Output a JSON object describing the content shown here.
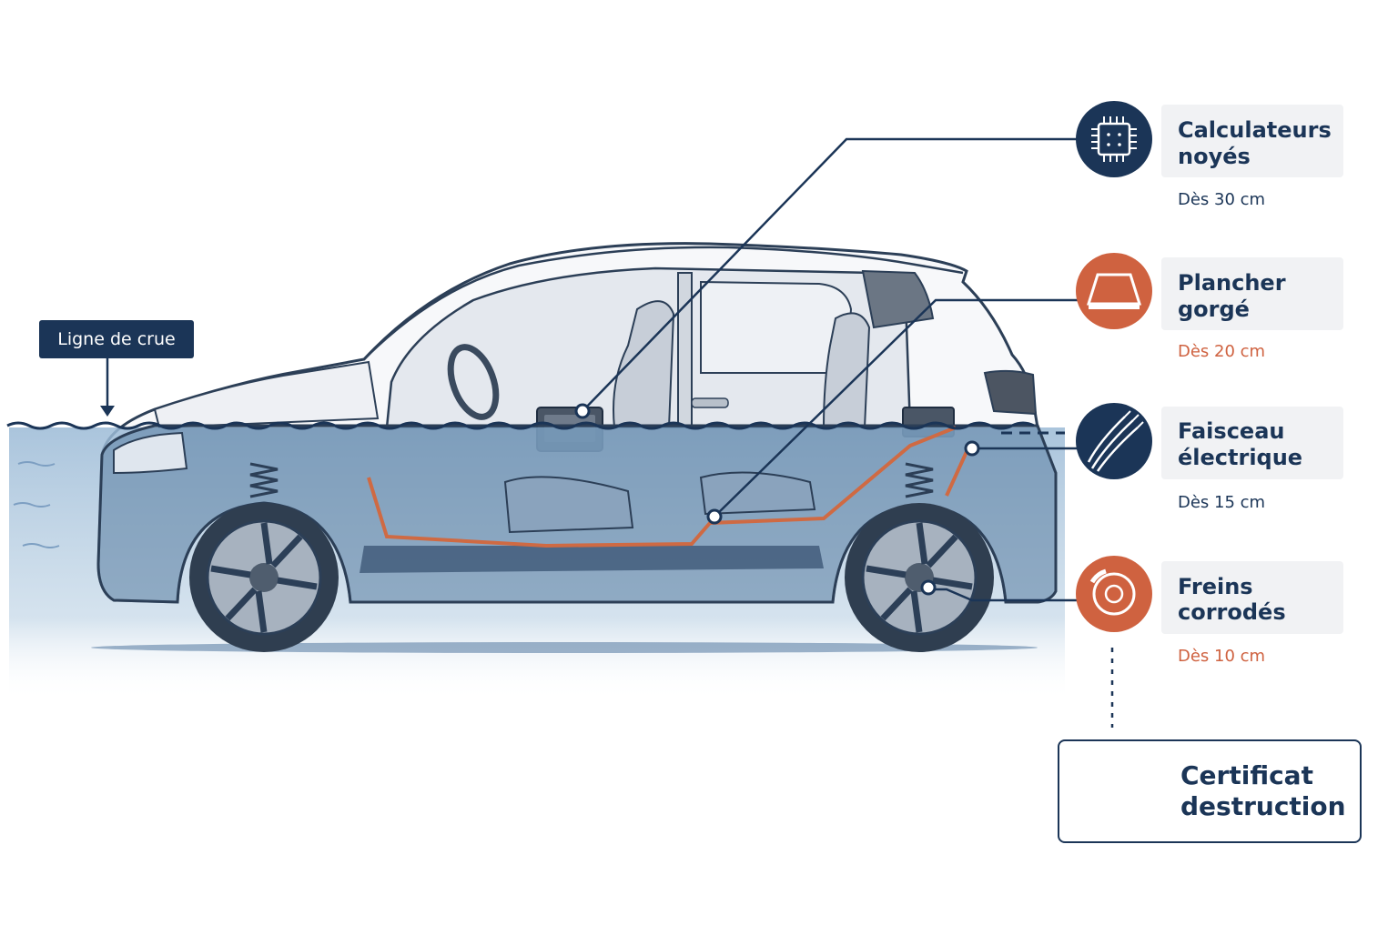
{
  "flood_line": {
    "label": "Ligne de crue"
  },
  "colors": {
    "navy": "#1b3557",
    "orange": "#cf6240",
    "water": "#8fb1cf",
    "panel": "#f1f2f4"
  },
  "callouts": [
    {
      "icon": "chip-icon",
      "title_line1": "Calculateurs",
      "title_line2": "noyés",
      "depth": "Dès 30 cm",
      "accent": "navy"
    },
    {
      "icon": "floor-icon",
      "title_line1": "Plancher",
      "title_line2": "gorgé",
      "depth": "Dès 20 cm",
      "accent": "orange"
    },
    {
      "icon": "wires-icon",
      "title_line1": "Faisceau",
      "title_line2": "électrique",
      "depth": "Dès 15 cm",
      "accent": "navy"
    },
    {
      "icon": "brake-icon",
      "title_line1": "Freins",
      "title_line2": "corrodés",
      "depth": "Dès 10 cm",
      "accent": "orange"
    }
  ],
  "certificate": {
    "icon": "clipboard-x-icon",
    "line1": "Certificat",
    "line2": "destruction"
  }
}
